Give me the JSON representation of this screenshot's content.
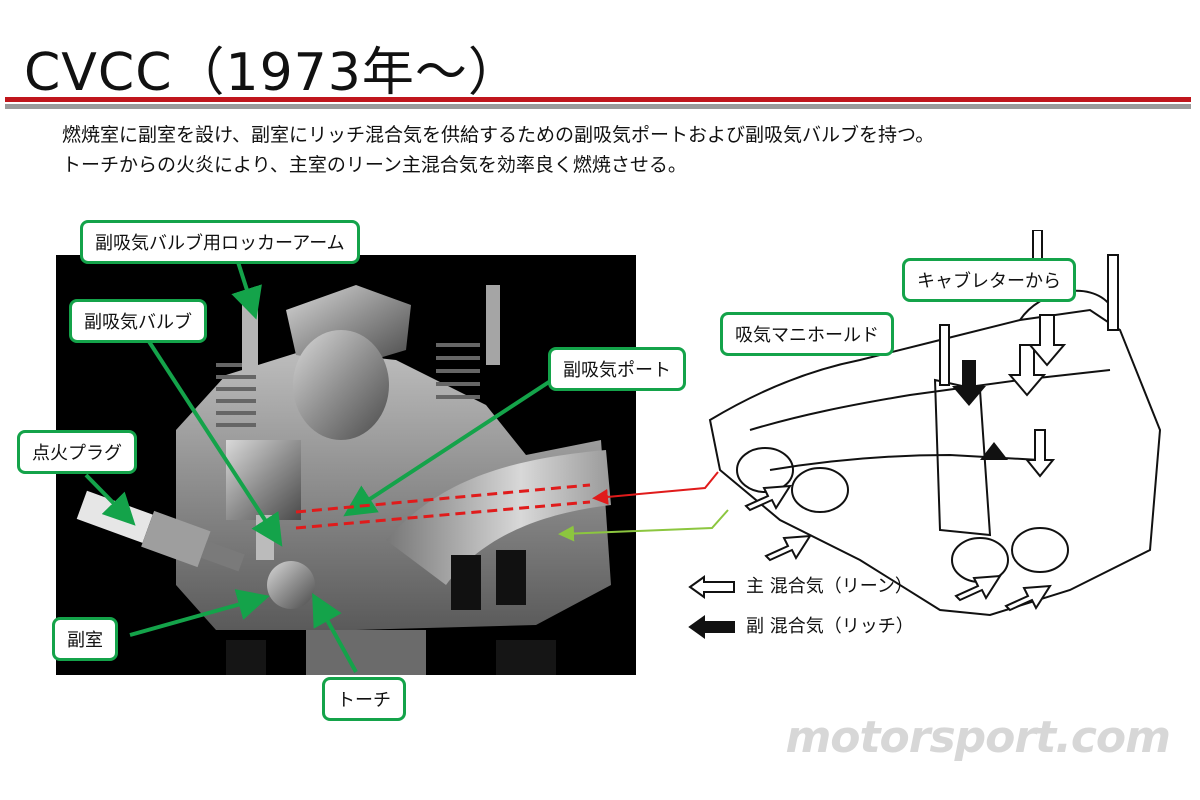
{
  "title": "CVCC（1973年～）",
  "description": {
    "line1": "燃焼室に副室を設け、副室にリッチ混合気を供給するための副吸気ポートおよび副吸気バルブを持つ。",
    "line2": "トーチからの火炎により、主室のリーン主混合気を効率良く燃焼させる。"
  },
  "callouts": {
    "rocker_arm": "副吸気バルブ用ロッカーアーム",
    "aux_valve": "副吸気バルブ",
    "aux_port": "副吸気ポート",
    "spark_plug": "点火プラグ",
    "prechamber": "副室",
    "torch": "トーチ",
    "from_carburetor": "キャブレターから",
    "intake_manifold": "吸気マニホールド"
  },
  "legend": {
    "main_mixture": "主 混合気（リーン）",
    "aux_mixture": "副 混合気（リッチ）"
  },
  "watermark": "motorsport.com",
  "colors": {
    "accent_red": "#c0161c",
    "callout_green": "#14a34a",
    "lean_arrow_green": "#8cc63f"
  }
}
